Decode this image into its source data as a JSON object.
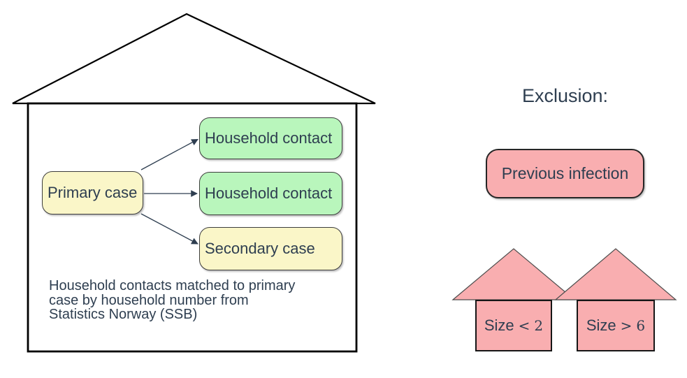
{
  "colors": {
    "primary_case_fill": "#faf6c8",
    "household_contact_fill": "#b9f6bc",
    "exclusion_fill": "#f9aeb0",
    "text": "#2e3e50",
    "outline": "#000000"
  },
  "house_diagram": {
    "primary_case_label": "Primary case",
    "contact_boxes": [
      {
        "label": "Household contact"
      },
      {
        "label": "Household contact"
      },
      {
        "label": "Secondary case"
      }
    ],
    "caption": "Household contacts matched to primary\ncase by household number from\nStatistics Norway (SSB)"
  },
  "exclusion": {
    "title": "Exclusion:",
    "previous_infection_label": "Previous infection",
    "size_houses": [
      {
        "prefix": "Size",
        "operator": "<",
        "value": "2"
      },
      {
        "prefix": "Size",
        "operator": ">",
        "value": "6"
      }
    ]
  }
}
